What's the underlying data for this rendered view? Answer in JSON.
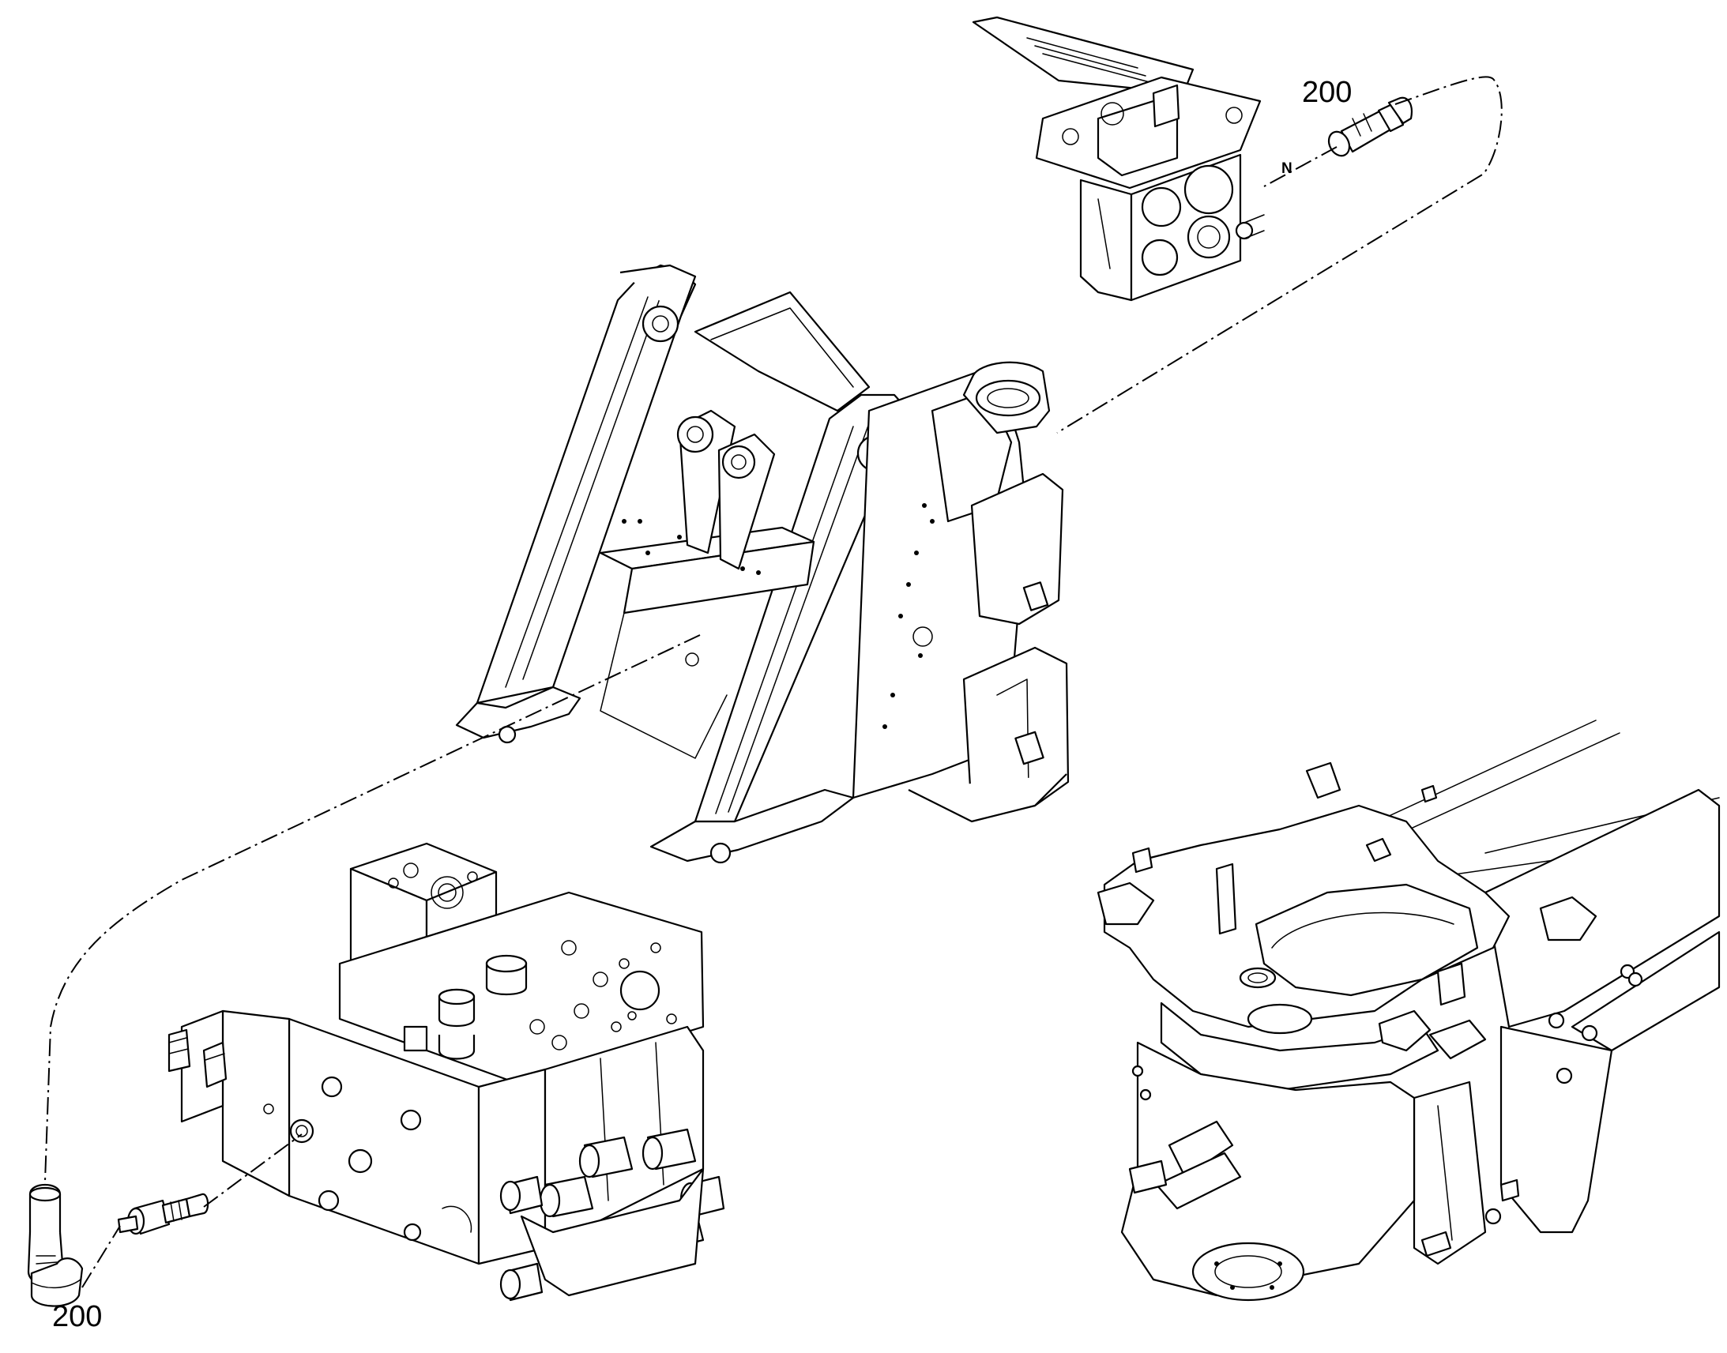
{
  "callouts": {
    "top_part_number": "200",
    "bottom_part_number": "200",
    "connector_marker": "N"
  }
}
